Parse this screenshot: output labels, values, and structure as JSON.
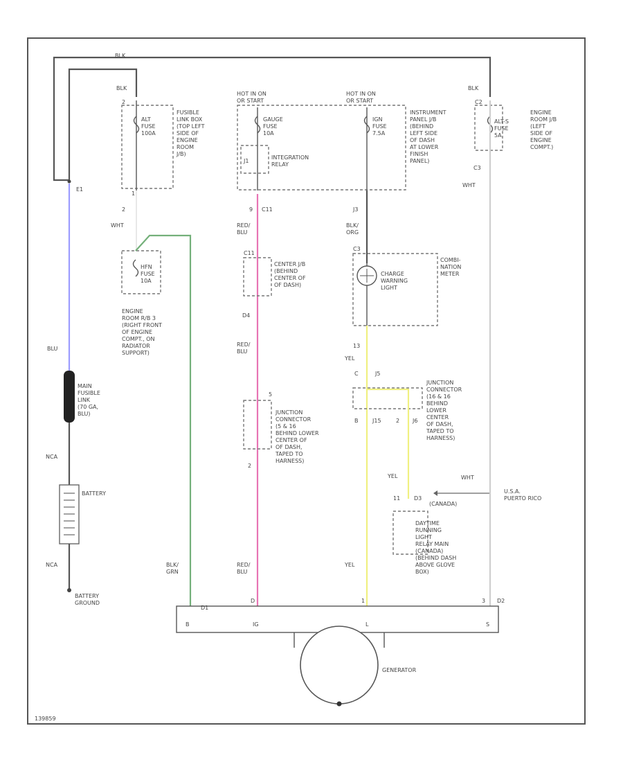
{
  "colors": {
    "black": "#555555",
    "blue": "#9c9cff",
    "pink": "#e774b4",
    "green": "#74b07a",
    "yellow": "#f0f080",
    "white_wire": "#cfcfcf"
  },
  "top_bus": {
    "wire": "BLK"
  },
  "alt_fuse": {
    "wire": "BLK",
    "pin_top": "2",
    "pin_bottom": "1",
    "label": [
      "ALT",
      "FUSE",
      "100A"
    ],
    "location": [
      "FUSIBLE",
      "LINK BOX",
      "(TOP LEFT",
      "SIDE OF",
      "ENGINE",
      "ROOM",
      "J/B)"
    ]
  },
  "e1": {
    "pin": "E1",
    "wire_below": "BLU"
  },
  "main_fusible_link": {
    "label": [
      "MAIN",
      "FUSIBLE",
      "LINK",
      "(70 GA,",
      "BLU)"
    ]
  },
  "battery": {
    "wire_top": "NCA",
    "label": "BATTERY",
    "wire_bottom": "NCA",
    "ground": [
      "BATTERY",
      "GROUND"
    ]
  },
  "hot_labels": {
    "gauge": [
      "HOT IN ON",
      "OR START"
    ],
    "ign": [
      "HOT IN ON",
      "OR START"
    ]
  },
  "gauge_fuse": {
    "label": [
      "GAUGE",
      "FUSE",
      "10A"
    ],
    "relay_pin_a": "J1",
    "relay_label": [
      "INTEGRATION",
      "RELAY"
    ],
    "pin_bottom": "9",
    "connector": "C11",
    "wire": [
      "RED/",
      "BLU"
    ]
  },
  "ign_fuse": {
    "label": [
      "IGN",
      "FUSE",
      "7.5A"
    ],
    "pin_bottom": "J3",
    "wire": [
      "BLK/",
      "ORG"
    ]
  },
  "instrument_panel_jb": [
    "INSTRUMENT",
    "PANEL J/B",
    "(BEHIND",
    "LEFT SIDE",
    "OF DASH",
    "AT LOWER",
    "FINISH",
    "PANEL)"
  ],
  "alts_fuse": {
    "wire": "BLK",
    "pin_top": "C2",
    "label": [
      "ALT-S",
      "FUSE",
      "5A"
    ],
    "location": [
      "ENGINE",
      "ROOM J/B",
      "(LEFT",
      "SIDE OF",
      "ENGINE",
      "COMPT.)"
    ],
    "pin_bottom": "C3",
    "wire_out": "WHT"
  },
  "hfn_fuse": {
    "pin_top": "2",
    "wire": "WHT",
    "label": [
      "HFN",
      "FUSE",
      "10A"
    ],
    "location": [
      "ENGINE",
      "ROOM R/B 3",
      "(RIGHT FRONT",
      "OF ENGINE",
      "COMPT., ON",
      "RADIATOR",
      "SUPPORT)"
    ]
  },
  "center_jb": {
    "pin_top": "C11",
    "label": [
      "CENTER J/B",
      "(BEHIND",
      "CENTER OF",
      "OF DASH)"
    ],
    "pin_bottom": "D4",
    "wire_below": [
      "RED/",
      "BLU"
    ]
  },
  "charge_light": {
    "pin_top": "C3",
    "label": [
      "CHARGE",
      "WARNING",
      "LIGHT"
    ],
    "meter": [
      "COMBI-",
      "NATION",
      "METER"
    ],
    "pin_bottom": "13",
    "wire_below": "YEL"
  },
  "jc_left": {
    "pin_top": "5",
    "label": [
      "JUNCTION",
      "CONNECTOR",
      "(5 & 16",
      "BEHIND LOWER",
      "CENTER OF",
      "OF DASH,",
      "TAPED TO",
      "HARNESS)"
    ],
    "pin_bottom": "2",
    "wire_below": [
      "RED/",
      "BLU"
    ]
  },
  "jc_right": {
    "pin_in": "C",
    "conn_in": "J5",
    "pin_out_left": "B",
    "conn_out_left": "J15",
    "pin_out_right": "2",
    "conn_out_right": "J6",
    "label": [
      "JUNCTION",
      "CONNECTOR",
      "(16 & 16",
      "BEHIND",
      "LOWER",
      "CENTER",
      "OF DASH,",
      "TAPED TO",
      "HARNESS)"
    ],
    "wire_right": "YEL",
    "wire_left": "YEL"
  },
  "drl_relay": {
    "pins": [
      "11",
      "D3"
    ],
    "canada": "(CANADA)",
    "label": [
      "DAYTIME",
      "RUNNING",
      "LIGHT",
      "RELAY MAIN",
      "(CANADA)",
      "(BEHIND DASH",
      "ABOVE GLOVE",
      "BOX)"
    ],
    "wire": "WHT",
    "source": [
      "U.S.A.",
      "PUERTO RICO"
    ]
  },
  "generator": {
    "pin_b": "D1",
    "terminals": [
      "B",
      "IG",
      "L",
      "S"
    ],
    "conn_s": "D2",
    "label": "GENERATOR",
    "wire_b": [
      "BLK/",
      "GRN"
    ],
    "pin_ig": "D",
    "pin_l": "1",
    "pin_s": "3"
  },
  "figure_id": "139859"
}
